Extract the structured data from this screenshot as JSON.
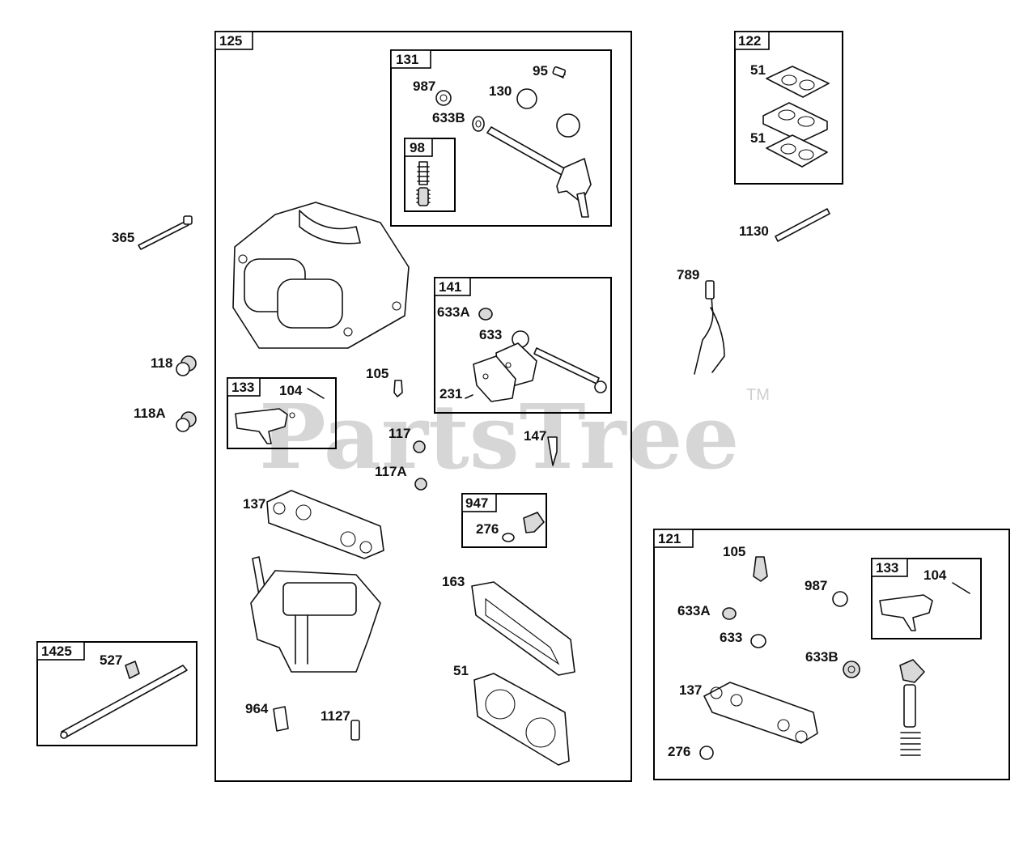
{
  "watermark": {
    "text": "PartsTree",
    "trademark": "TM"
  },
  "groups": {
    "g125": "125",
    "g131": "131",
    "g98": "98",
    "g141": "141",
    "g133a": "133",
    "g947": "947",
    "g122": "122",
    "g1425": "1425",
    "g121": "121",
    "g133b": "133"
  },
  "labels": {
    "p987a": "987",
    "p95": "95",
    "p130": "130",
    "p633Ba": "633B",
    "p365": "365",
    "p118": "118",
    "p118A": "118A",
    "p104a": "104",
    "p105a": "105",
    "p633Aa": "633A",
    "p633a": "633",
    "p231": "231",
    "p117": "117",
    "p147": "147",
    "p117A": "117A",
    "p137a": "137",
    "p276a": "276",
    "p163": "163",
    "p51a": "51",
    "p964": "964",
    "p1127": "1127",
    "p527": "527",
    "p51b": "51",
    "p51c": "51",
    "p1130": "1130",
    "p789": "789",
    "p105b": "105",
    "p987b": "987",
    "p104b": "104",
    "p633Ab": "633A",
    "p633b": "633",
    "p633Bb": "633B",
    "p137b": "137",
    "p276b": "276"
  }
}
